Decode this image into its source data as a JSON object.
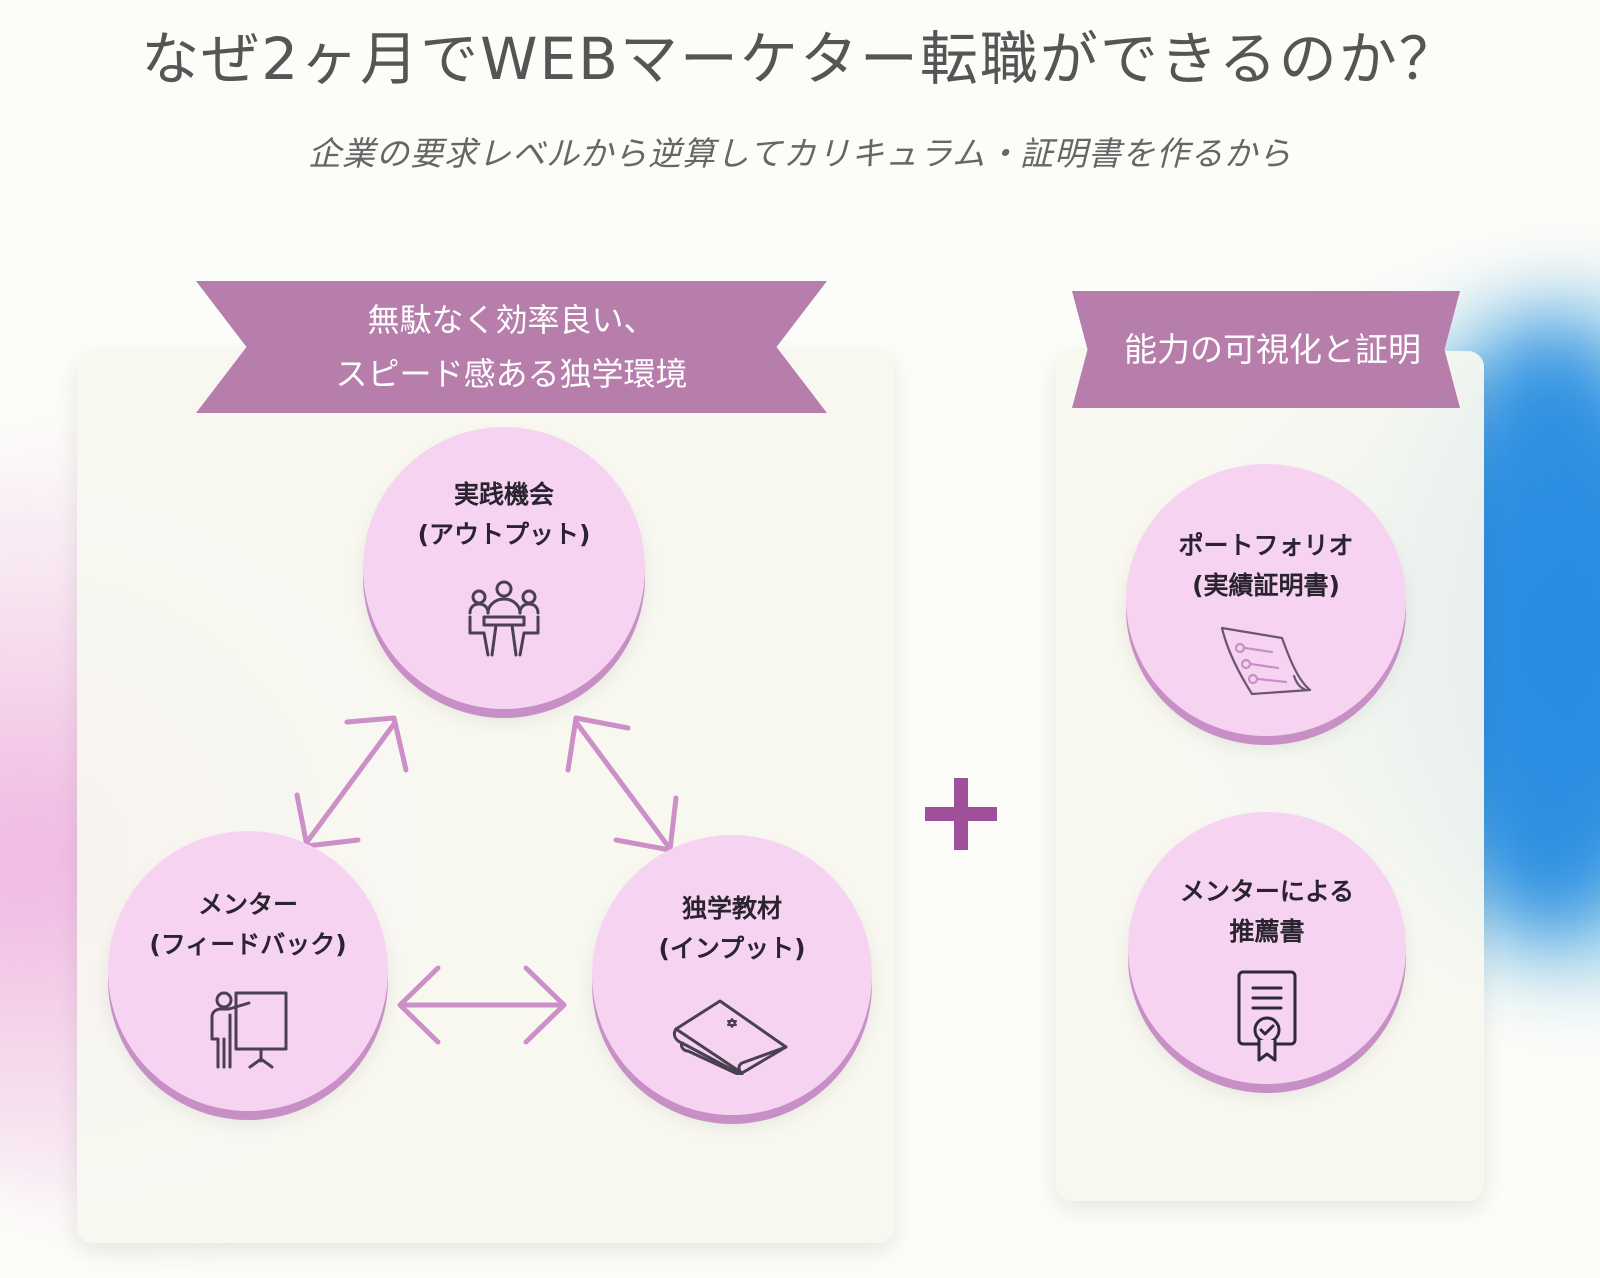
{
  "title": "なぜ2ヶ月でWEBマーケター転職ができるのか？",
  "subtitle": "企業の要求レベルから逆算してカリキュラム・証明書を作るから",
  "left_panel": {
    "ribbon_line1": "無駄なく効率良い、",
    "ribbon_line2": "スピード感ある独学環境",
    "circles": [
      {
        "line1": "実践機会",
        "line2": "(アウトプット)",
        "icon": "meeting-icon"
      },
      {
        "line1": "メンター",
        "line2": "(フィードバック)",
        "icon": "presenter-icon"
      },
      {
        "line1": "独学教材",
        "line2": "(インプット)",
        "icon": "book-icon"
      }
    ]
  },
  "plus_symbol": "+",
  "right_panel": {
    "ribbon": "能力の可視化と証明",
    "circles": [
      {
        "line1": "ポートフォリオ",
        "line2": "(実績証明書)",
        "icon": "document-icon"
      },
      {
        "line1": "メンターによる",
        "line2": "推薦書",
        "icon": "certificate-icon"
      }
    ]
  },
  "colors": {
    "ribbon": "#b77dab",
    "circle_fill": "#f6d4f1",
    "circle_shadow": "#c88fc6",
    "arrow": "#cc8fc7",
    "plus": "#a0509a",
    "title_text": "#555555",
    "blob_pink": "#eeaadc",
    "blob_blue": "#288ce1"
  }
}
